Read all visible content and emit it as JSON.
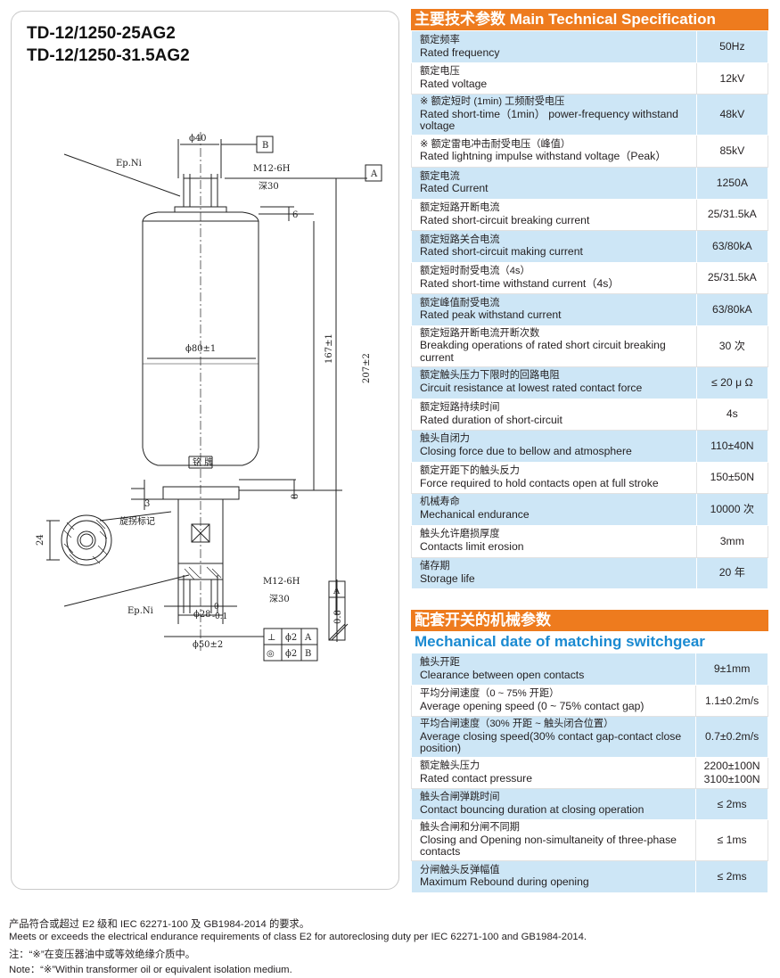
{
  "models": [
    "TD-12/1250-25AG2",
    "TD-12/1250-31.5AG2"
  ],
  "drawing": {
    "phi40": "ϕ40",
    "ep_ni_top": "Ep.Ni",
    "m12_top": "M12-6H",
    "depth_top": "深30",
    "six": "6",
    "phi80": "ϕ80±1",
    "dim167": "167±1",
    "dim207": "207±2",
    "nameplate": "铭 牌",
    "eight": "8",
    "three": "3",
    "rotation_mark": "旋拐标记",
    "dim24": "24",
    "m12_bottom": "M12-6H",
    "depth_bottom": "深30",
    "ep_ni_bottom": "Ep.Ni",
    "phi28": "ϕ28",
    "phi28_tol_upper": "0",
    "phi28_tol_lower": "-0.1",
    "phi50": "ϕ50±2",
    "datum_a": "A",
    "datum_b": "B",
    "perp_value": "ϕ2",
    "conc_value": "ϕ2",
    "flatness": "0.8"
  },
  "main_spec": {
    "title": "主要技术参数 Main Technical Specification",
    "rows": [
      {
        "cn": "额定频率",
        "en": "Rated frequency",
        "value": "50Hz"
      },
      {
        "cn": "额定电压",
        "en": "Rated voltage",
        "value": "12kV"
      },
      {
        "cn": "※ 额定短时 (1min) 工频耐受电压",
        "en": "Rated short-time（1min） power-frequency withstand voltage",
        "value": "48kV"
      },
      {
        "cn": "※ 额定雷电冲击耐受电压（峰值）",
        "en": "Rated lightning impulse withstand voltage（Peak）",
        "value": "85kV"
      },
      {
        "cn": "额定电流",
        "en": "Rated Current",
        "value": "1250A"
      },
      {
        "cn": "额定短路开断电流",
        "en": "Rated short-circuit breaking current",
        "value": "25/31.5kA"
      },
      {
        "cn": "额定短路关合电流",
        "en": "Rated short-circuit making current",
        "value": "63/80kA"
      },
      {
        "cn": "额定短时耐受电流（4s）",
        "en": "Rated short-time withstand current（4s）",
        "value": "25/31.5kA"
      },
      {
        "cn": "额定峰值耐受电流",
        "en": "Rated peak withstand current",
        "value": "63/80kA"
      },
      {
        "cn": "额定短路开断电流开断次数",
        "en": "Breakding operations of rated short circuit breaking current",
        "value": "30 次"
      },
      {
        "cn": "额定触头压力下限时的回路电阻",
        "en": "Circuit resistance at lowest rated contact force",
        "value": "≤ 20 μ Ω"
      },
      {
        "cn": "额定短路持续时间",
        "en": "Rated duration of short-circuit",
        "value": "4s"
      },
      {
        "cn": "触头自闭力",
        "en": "Closing force due to bellow and atmosphere",
        "value": "110±40N"
      },
      {
        "cn": "额定开距下的触头反力",
        "en": "Force required to hold contacts open at full stroke",
        "value": "150±50N"
      },
      {
        "cn": "机械寿命",
        "en": "Mechanical endurance",
        "value": "10000 次"
      },
      {
        "cn": "触头允许磨损厚度",
        "en": "Contacts limit erosion",
        "value": "3mm"
      },
      {
        "cn": "储存期",
        "en": "Storage life",
        "value": "20 年"
      }
    ]
  },
  "mech_spec": {
    "title_cn": "配套开关的机械参数",
    "title_en": "Mechanical date of matching switchgear",
    "rows": [
      {
        "cn": "触头开距",
        "en": "Clearance between open contacts",
        "value": "9±1mm"
      },
      {
        "cn": "平均分闸速度（0 ~ 75% 开距）",
        "en": "Average opening speed (0 ~ 75% contact gap)",
        "value": "1.1±0.2m/s"
      },
      {
        "cn": "平均合闸速度（30% 开距 ~ 触头闭合位置）",
        "en": "Average closing speed(30% contact gap-contact close position)",
        "value": "0.7±0.2m/s"
      },
      {
        "cn": "额定触头压力",
        "en": "Rated contact pressure",
        "value": "2200±100N",
        "value2": "3100±100N"
      },
      {
        "cn": "触头合闸弹跳时间",
        "en": "Contact bouncing duration at closing operation",
        "value": "≤ 2ms"
      },
      {
        "cn": "触头合闸和分闸不同期",
        "en": "Closing and Opening non-simultaneity of three-phase contacts",
        "value": "≤ 1ms"
      },
      {
        "cn": "分闸触头反弹幅值",
        "en": "Maximum Rebound during opening",
        "value": "≤ 2ms"
      }
    ]
  },
  "footer": [
    "产品符合或超过 E2 级和 IEC 62271-100 及 GB1984-2014 的要求。",
    "Meets or exceeds the electrical endurance requirements of class E2 for autoreclosing duty per IEC 62271-100 and GB1984-2014.",
    "注：“※”在变压器油中或等效绝缘介质中。",
    "Note：“※”Within transformer oil or equivalent isolation medium."
  ]
}
